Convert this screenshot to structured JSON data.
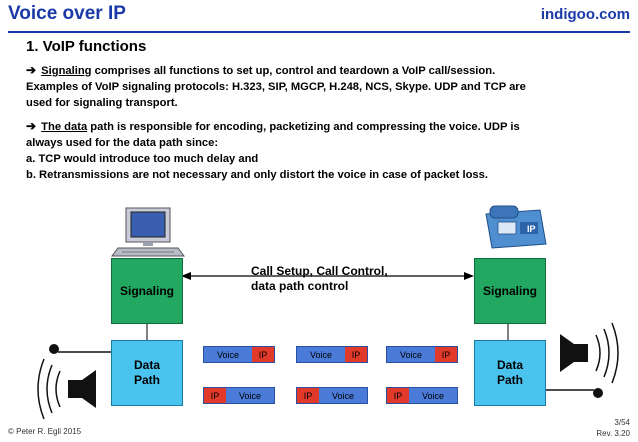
{
  "header": {
    "title": "Voice over IP",
    "brand": "indigoo.com"
  },
  "section": {
    "heading": "1. VoIP functions",
    "signaling": {
      "arrow": "➔",
      "term": "Signaling",
      "line1_rest": " comprises all functions to set up, control and teardown a VoIP call/session.",
      "line2": "Examples of VoIP signaling protocols: H.323, SIP, MGCP, H.248, NCS, Skype. UDP and TCP are",
      "line3": "used for signaling transport."
    },
    "datapath": {
      "arrow": "➔",
      "term": "The data",
      "line1_rest": " path is responsible for encoding, packetizing and compressing the voice. UDP is",
      "line2": "always used for the data path since:",
      "line3": "a. TCP would introduce too much delay and",
      "line4": "b. Retransmissions are not necessary and only distort the voice in case of packet loss."
    }
  },
  "diagram": {
    "left_signaling": "Signaling",
    "right_signaling": "Signaling",
    "left_data_line1": "Data",
    "left_data_line2": "Path",
    "right_data_line1": "Data",
    "right_data_line2": "Path",
    "control_label_line1": "Call Setup, Call Control,",
    "control_label_line2": "data path control",
    "phone_badge": "IP",
    "packet_voice": "Voice",
    "packet_ip": "IP",
    "colors": {
      "signaling": "#22a861",
      "data_path": "#4bc3ef",
      "voice": "#4a7bd8",
      "ip": "#e23a2a"
    }
  },
  "footer": {
    "copyright": "© Peter R. Egli 2015",
    "page": "3/54",
    "revision": "Rev. 3.20"
  }
}
